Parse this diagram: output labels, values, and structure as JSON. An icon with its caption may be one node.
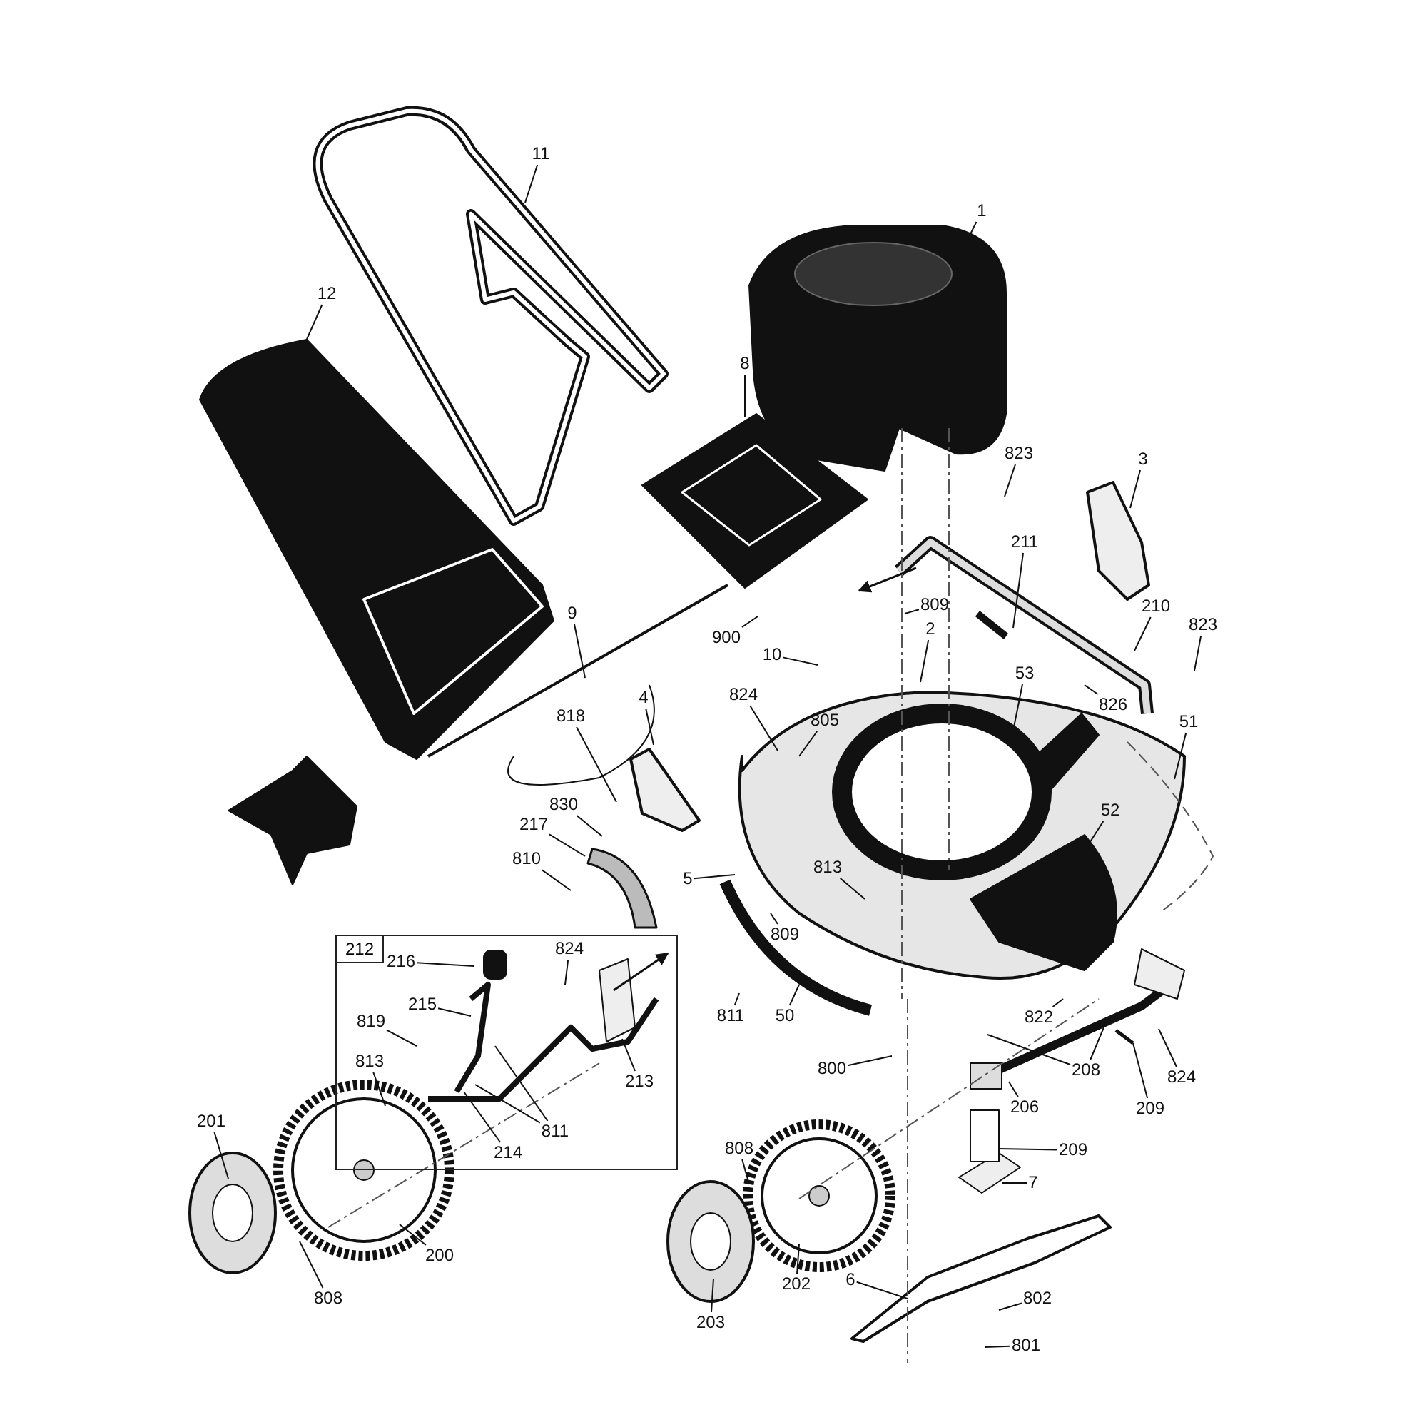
{
  "diagram": {
    "nodes": [
      {
        "text": [
          "1"
        ]
      },
      {
        "text": [
          "11"
        ]
      },
      {
        "text": [
          "12"
        ]
      },
      {
        "text": [
          "8"
        ]
      },
      {
        "text": [
          "823"
        ]
      },
      {
        "text": [
          "3"
        ]
      },
      {
        "text": [
          "211"
        ]
      },
      {
        "text": [
          "809"
        ]
      },
      {
        "text": [
          "2"
        ]
      },
      {
        "text": [
          "210"
        ]
      },
      {
        "text": [
          "823"
        ]
      },
      {
        "text": [
          "9"
        ]
      },
      {
        "text": [
          "900"
        ]
      },
      {
        "text": [
          "10"
        ]
      },
      {
        "text": [
          "53"
        ]
      },
      {
        "text": [
          "826"
        ]
      },
      {
        "text": [
          "824"
        ]
      },
      {
        "text": [
          "4"
        ]
      },
      {
        "text": [
          "805"
        ]
      },
      {
        "text": [
          "818"
        ]
      },
      {
        "text": [
          "51"
        ]
      },
      {
        "text": [
          "830"
        ]
      },
      {
        "text": [
          "217"
        ]
      },
      {
        "text": [
          "52"
        ]
      },
      {
        "text": [
          "810"
        ]
      },
      {
        "text": [
          "5"
        ]
      },
      {
        "text": [
          "813"
        ]
      },
      {
        "text": [
          "809"
        ]
      },
      {
        "text": [
          "212"
        ]
      },
      {
        "text": [
          "216"
        ],
        "in": 28
      },
      {
        "text": [
          "824"
        ],
        "in": 28
      },
      {
        "text": [
          "215"
        ],
        "in": 28
      },
      {
        "text": [
          "819"
        ],
        "in": 28
      },
      {
        "text": [
          "213"
        ],
        "in": 28
      },
      {
        "text": [
          "813"
        ],
        "in": 28
      },
      {
        "text": [
          "811"
        ],
        "in": 28
      },
      {
        "text": [
          "214"
        ],
        "in": 28
      },
      {
        "text": [
          "811"
        ]
      },
      {
        "text": [
          "50"
        ]
      },
      {
        "text": [
          "800"
        ]
      },
      {
        "text": [
          "822"
        ]
      },
      {
        "text": [
          "208"
        ]
      },
      {
        "text": [
          "824"
        ]
      },
      {
        "text": [
          "206"
        ]
      },
      {
        "text": [
          "209"
        ]
      },
      {
        "text": [
          "209"
        ]
      },
      {
        "text": [
          "7"
        ]
      },
      {
        "text": [
          "808"
        ]
      },
      {
        "text": [
          "201"
        ]
      },
      {
        "text": [
          "808"
        ]
      },
      {
        "text": [
          "200"
        ]
      },
      {
        "text": [
          "202"
        ]
      },
      {
        "text": [
          "6"
        ]
      },
      {
        "text": [
          "802"
        ]
      },
      {
        "text": [
          "203"
        ]
      },
      {
        "text": [
          "801"
        ]
      }
    ],
    "edges": [
      {
        "from": 0,
        "to": null,
        "arrow": "none"
      },
      {
        "from": 1,
        "to": null,
        "arrow": "none"
      },
      {
        "from": 2,
        "to": null,
        "arrow": "none"
      },
      {
        "from": 3,
        "to": null,
        "arrow": "none"
      },
      {
        "from": 4,
        "to": null,
        "arrow": "none"
      },
      {
        "from": 5,
        "to": null,
        "arrow": "none"
      },
      {
        "from": 6,
        "to": null,
        "arrow": "none"
      },
      {
        "from": 7,
        "to": null,
        "arrow": "none"
      },
      {
        "from": 8,
        "to": null,
        "arrow": "none"
      },
      {
        "from": 9,
        "to": null,
        "arrow": "none"
      },
      {
        "from": 10,
        "to": null,
        "arrow": "none"
      },
      {
        "from": 11,
        "to": null,
        "arrow": "none"
      },
      {
        "from": 12,
        "to": null,
        "arrow": "none"
      },
      {
        "from": 13,
        "to": null,
        "arrow": "none"
      },
      {
        "from": 14,
        "to": null,
        "arrow": "none"
      },
      {
        "from": 15,
        "to": null,
        "arrow": "none"
      },
      {
        "from": 16,
        "to": null,
        "arrow": "none"
      },
      {
        "from": 17,
        "to": null,
        "arrow": "none"
      },
      {
        "from": 18,
        "to": null,
        "arrow": "none"
      },
      {
        "from": 19,
        "to": null,
        "arrow": "none"
      },
      {
        "from": 20,
        "to": null,
        "arrow": "none"
      },
      {
        "from": 21,
        "to": null,
        "arrow": "none"
      },
      {
        "from": 22,
        "to": null,
        "arrow": "none"
      },
      {
        "from": 23,
        "to": null,
        "arrow": "none"
      },
      {
        "from": 24,
        "to": null,
        "arrow": "none"
      },
      {
        "from": 25,
        "to": null,
        "arrow": "none"
      },
      {
        "from": 26,
        "to": null,
        "arrow": "none"
      },
      {
        "from": 27,
        "to": null,
        "arrow": "none"
      },
      {
        "from": 29,
        "to": null,
        "arrow": "none"
      },
      {
        "from": 30,
        "to": null,
        "arrow": "none"
      },
      {
        "from": 31,
        "to": null,
        "arrow": "none"
      },
      {
        "from": 32,
        "to": null,
        "arrow": "none"
      },
      {
        "from": 33,
        "to": null,
        "arrow": "none"
      },
      {
        "from": 34,
        "to": null,
        "arrow": "none"
      },
      {
        "from": 35,
        "to": null,
        "arrow": "none"
      },
      {
        "from": 35,
        "to": null,
        "arrow": "none"
      },
      {
        "from": 36,
        "to": null,
        "arrow": "none"
      },
      {
        "from": 37,
        "to": null,
        "arrow": "none"
      },
      {
        "from": 38,
        "to": null,
        "arrow": "none"
      },
      {
        "from": 39,
        "to": null,
        "arrow": "none"
      },
      {
        "from": 40,
        "to": null,
        "arrow": "none"
      },
      {
        "from": 41,
        "to": null,
        "arrow": "none"
      },
      {
        "from": 41,
        "to": null,
        "arrow": "none"
      },
      {
        "from": 42,
        "to": null,
        "arrow": "none"
      },
      {
        "from": 43,
        "to": null,
        "arrow": "none"
      },
      {
        "from": 44,
        "to": null,
        "arrow": "none"
      },
      {
        "from": 45,
        "to": null,
        "arrow": "none"
      },
      {
        "from": 46,
        "to": null,
        "arrow": "none"
      },
      {
        "from": 47,
        "to": null,
        "arrow": "none"
      },
      {
        "from": 48,
        "to": null,
        "arrow": "none"
      },
      {
        "from": 49,
        "to": null,
        "arrow": "none"
      },
      {
        "from": 50,
        "to": null,
        "arrow": "none"
      },
      {
        "from": 51,
        "to": null,
        "arrow": "none"
      },
      {
        "from": 52,
        "to": null,
        "arrow": "none"
      },
      {
        "from": 53,
        "to": null,
        "arrow": "none"
      },
      {
        "from": 54,
        "to": null,
        "arrow": "none"
      },
      {
        "from": 55,
        "to": null,
        "arrow": "none"
      }
    ]
  }
}
